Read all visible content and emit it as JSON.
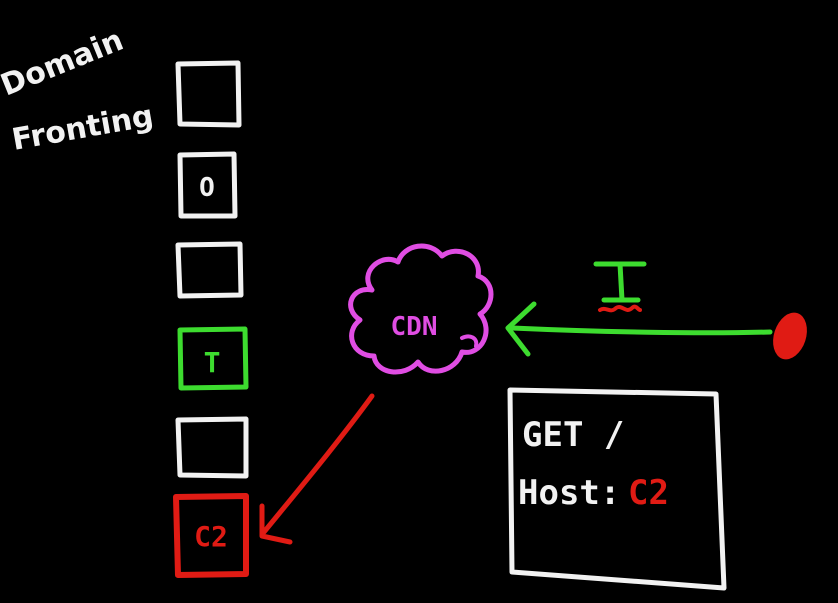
{
  "title": {
    "line1": "Domain",
    "line2": "Fronting"
  },
  "colors": {
    "background": "#000000",
    "white": "#f2f2f2",
    "green": "#3ddc2f",
    "red": "#e01b14",
    "magenta": "#e04de3"
  },
  "boxes": [
    {
      "label": "",
      "color": "white"
    },
    {
      "label": "O",
      "color": "white"
    },
    {
      "label": "",
      "color": "white"
    },
    {
      "label": "T",
      "color": "green"
    },
    {
      "label": "",
      "color": "white"
    },
    {
      "label": "C2",
      "color": "red"
    }
  ],
  "cdn": {
    "label": "CDN"
  },
  "request_marker": {
    "label": "I"
  },
  "request_box": {
    "line1": "GET /",
    "line2_prefix": "Host:",
    "line2_value": "C2"
  }
}
